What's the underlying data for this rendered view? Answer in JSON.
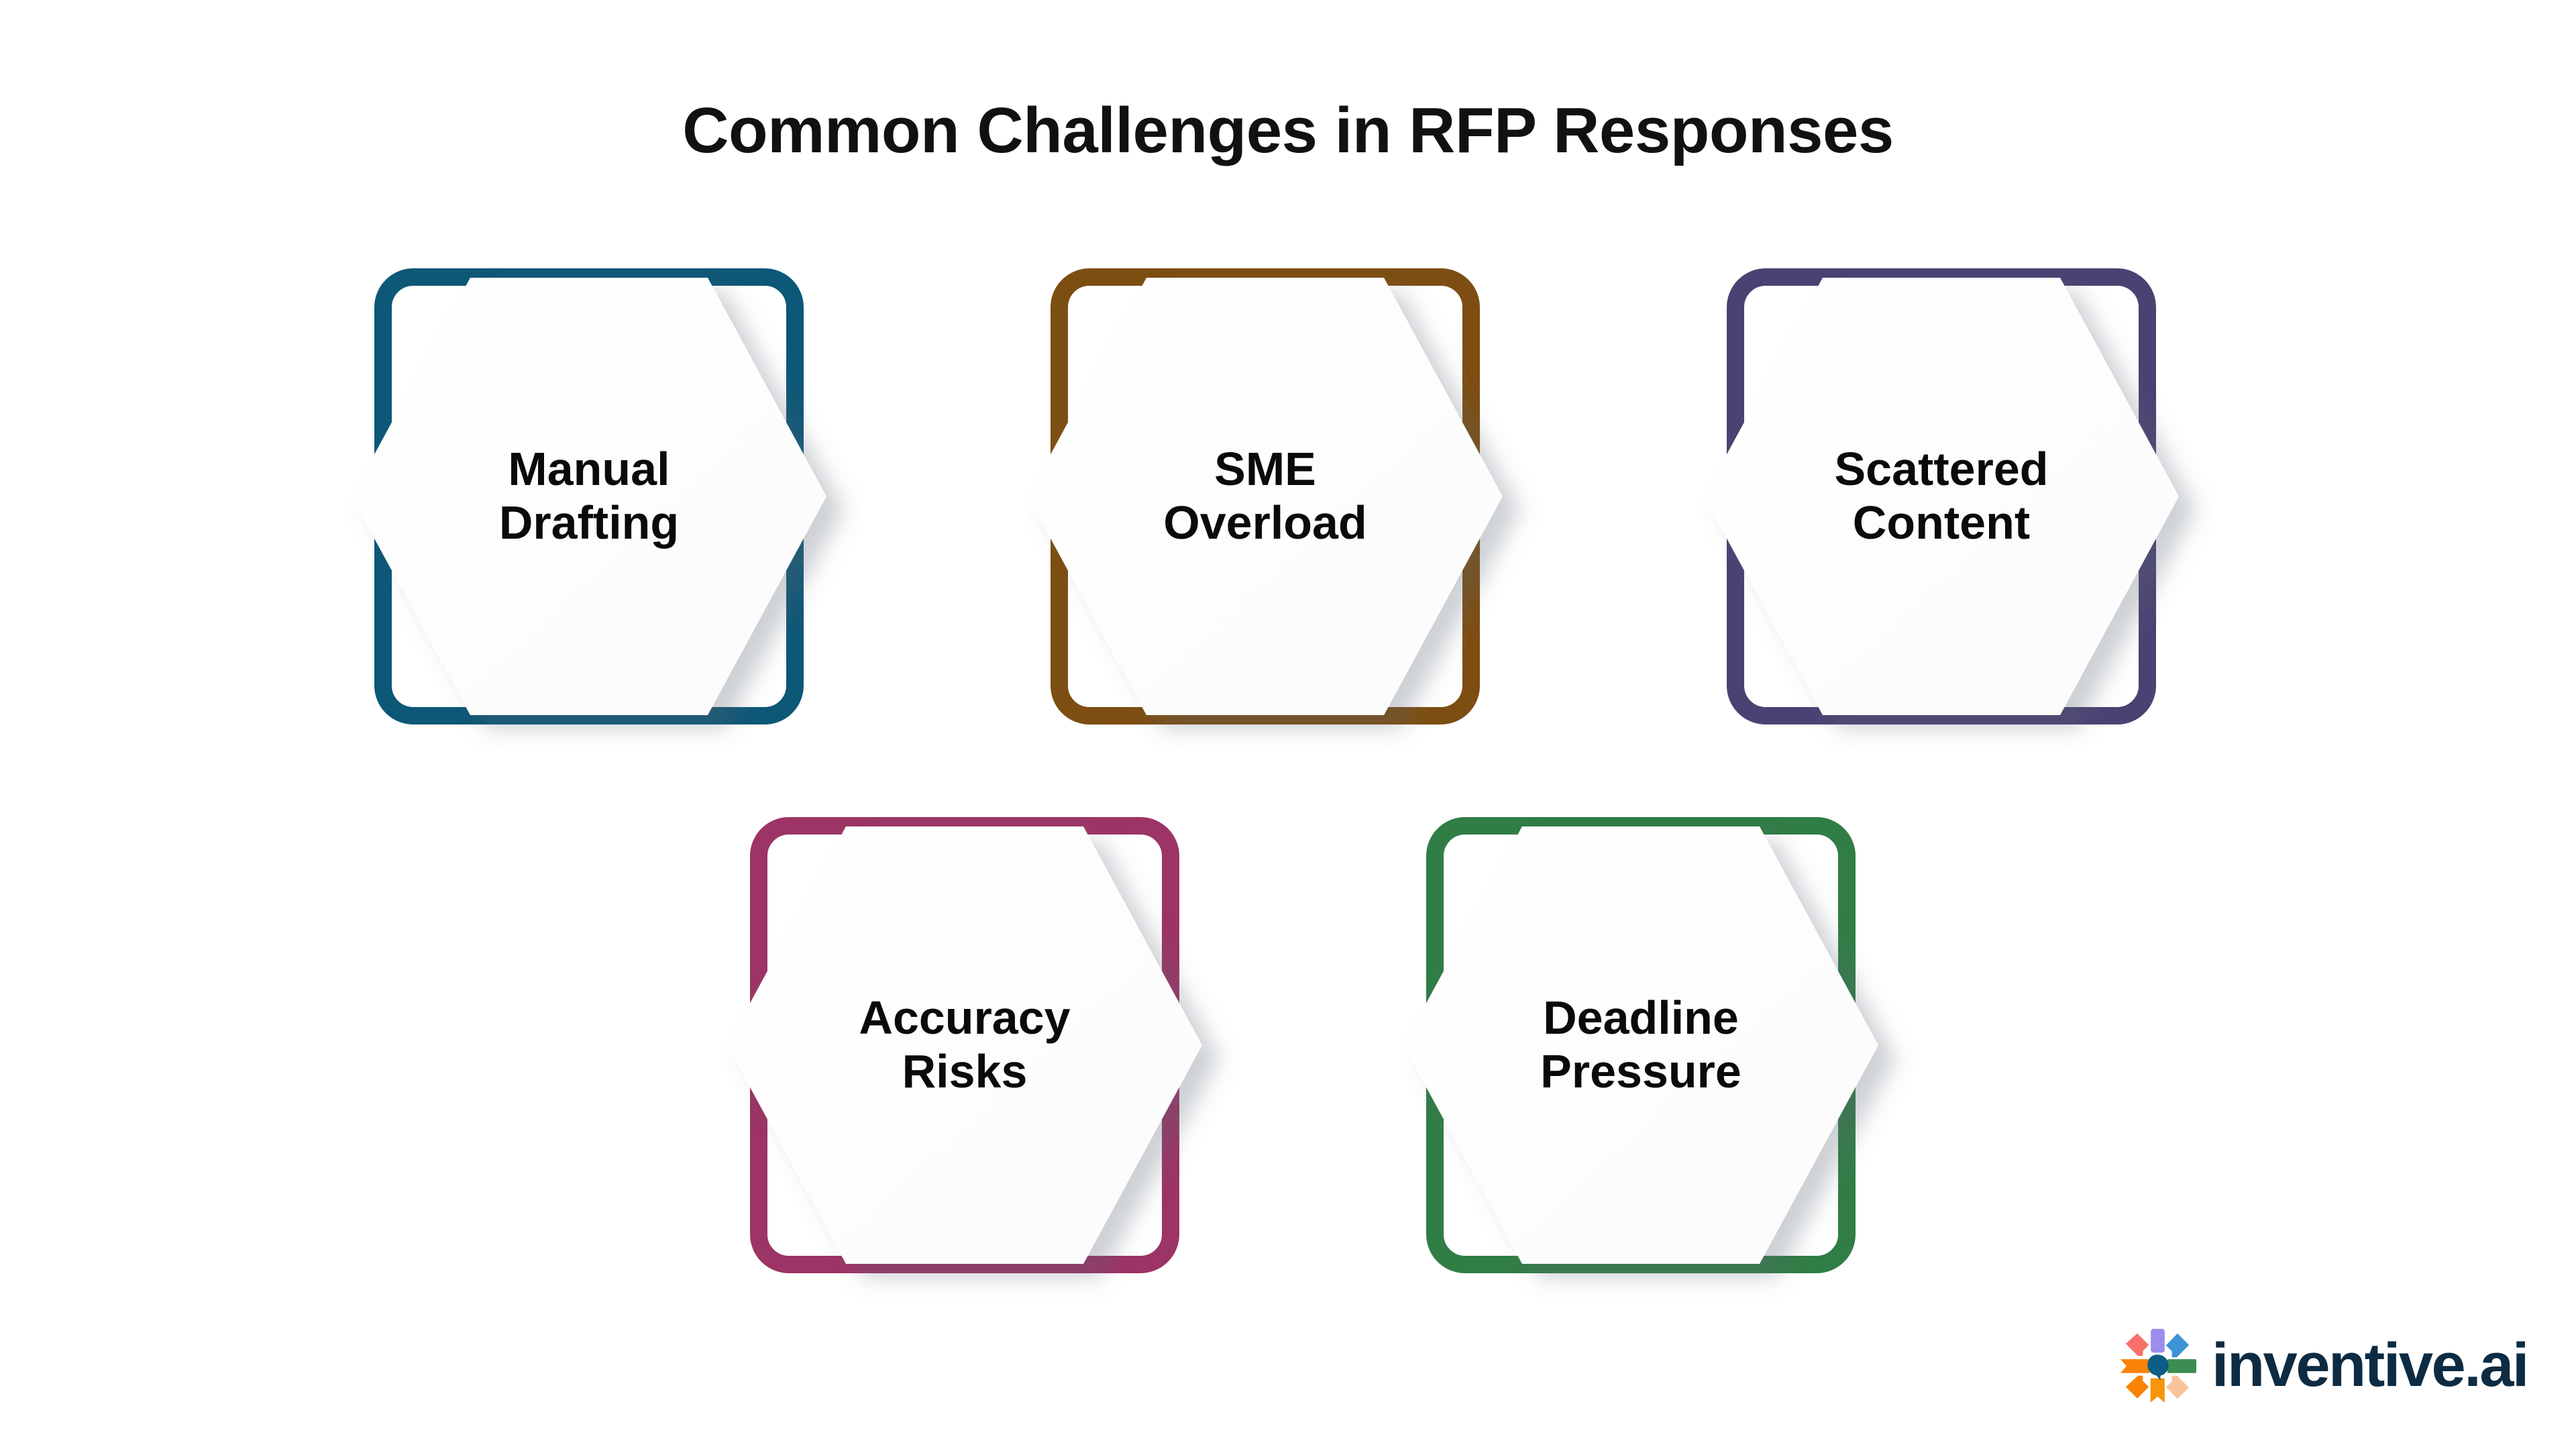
{
  "page": {
    "title": "Common Challenges in RFP Responses",
    "background_color": "#ffffff",
    "text_color": "#0a0a0a"
  },
  "diagram": {
    "type": "hexagon-card-grid",
    "rows": [
      3,
      2
    ],
    "cards": [
      {
        "id": "manual-drafting",
        "label": "Manual\nDrafting",
        "line1": "Manual",
        "line2": "Drafting",
        "accent_color": "#0d5777",
        "row": 1,
        "column": 1
      },
      {
        "id": "sme-overload",
        "label": "SME\nOverload",
        "line1": "SME",
        "line2": "Overload",
        "accent_color": "#7d4e12",
        "row": 1,
        "column": 2
      },
      {
        "id": "scattered-content",
        "label": "Scattered\nContent",
        "line1": "Scattered",
        "line2": "Content",
        "accent_color": "#4b4273",
        "row": 1,
        "column": 3
      },
      {
        "id": "accuracy-risks",
        "label": "Accuracy\nRisks",
        "line1": "Accuracy",
        "line2": "Risks",
        "accent_color": "#9c3465",
        "row": 2,
        "column": 1
      },
      {
        "id": "deadline-pressure",
        "label": "Deadline\nPressure",
        "line1": "Deadline",
        "line2": "Pressure",
        "accent_color": "#317d46",
        "row": 2,
        "column": 2
      }
    ]
  },
  "logo": {
    "wordmark": "inventive.ai",
    "wordmark_color": "#0d2b42",
    "mark_name": "inventive-starburst-icon",
    "mark_colors": {
      "top_center_rect": "#9b8ced",
      "top_left_arrow": "#f9706b",
      "top_right_arrow": "#3d93d6",
      "left_arrow": "#f98307",
      "right_rect": "#3d8c51",
      "bottom_left_arrow": "#f98307",
      "bottom_center_bookmark": "#f9950a",
      "bottom_right_arrow": "#f9c49a",
      "center_dot": "#0d5d86"
    }
  }
}
